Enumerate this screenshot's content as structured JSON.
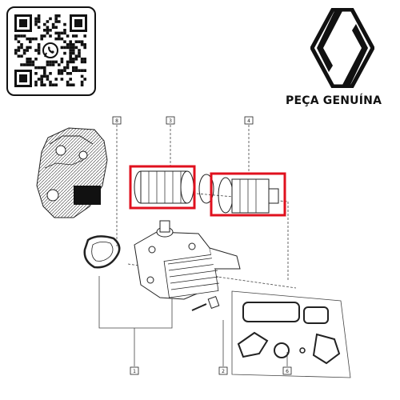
{
  "header": {
    "brand_label": "PEÇA GENUÍNA"
  },
  "qr": {
    "center_icon": "whatsapp-icon"
  },
  "diagram": {
    "callouts": [
      "8",
      "3",
      "4",
      "1",
      "2",
      "6"
    ],
    "highlight_color": "#e0101e",
    "highlighted_parts": [
      "3",
      "4"
    ]
  },
  "colors": {
    "ink": "#111111",
    "background": "#ffffff",
    "highlight": "#e0101e"
  }
}
